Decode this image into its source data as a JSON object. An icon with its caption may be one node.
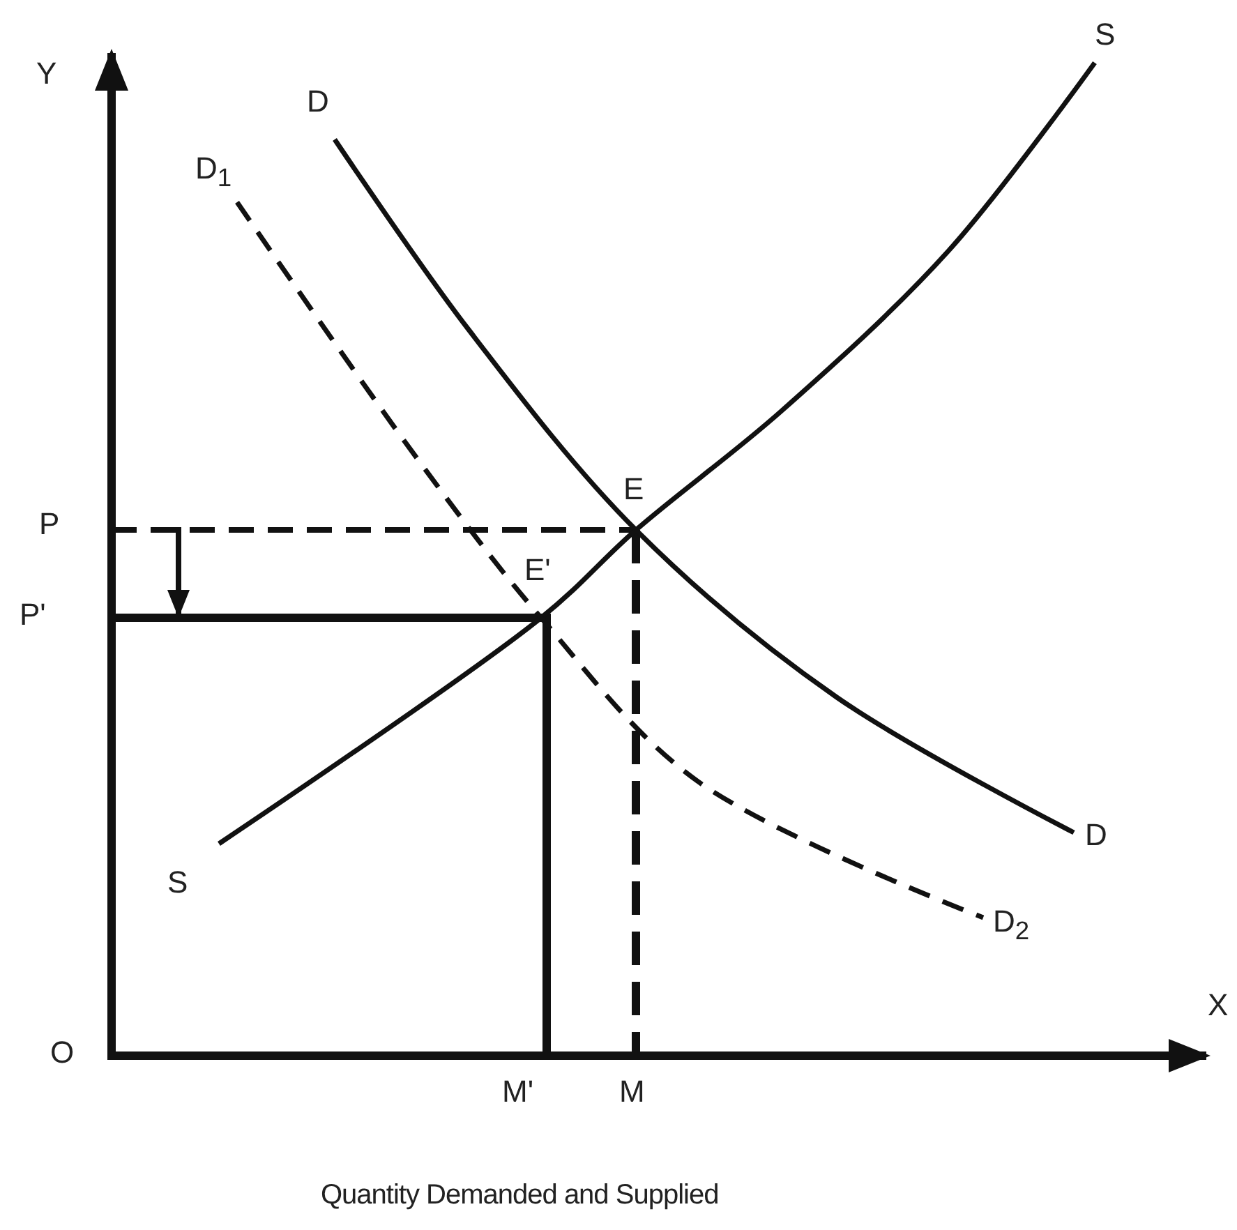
{
  "diagram": {
    "caption": "Quantity Demanded and Supplied",
    "labels": [
      "Y",
      "S",
      "D",
      "D$_{1}$",
      "E",
      "P",
      "E'",
      "P'",
      "D",
      "S",
      "D$_{2}$",
      "O",
      "X",
      "M'",
      "M"
    ]
  }
}
